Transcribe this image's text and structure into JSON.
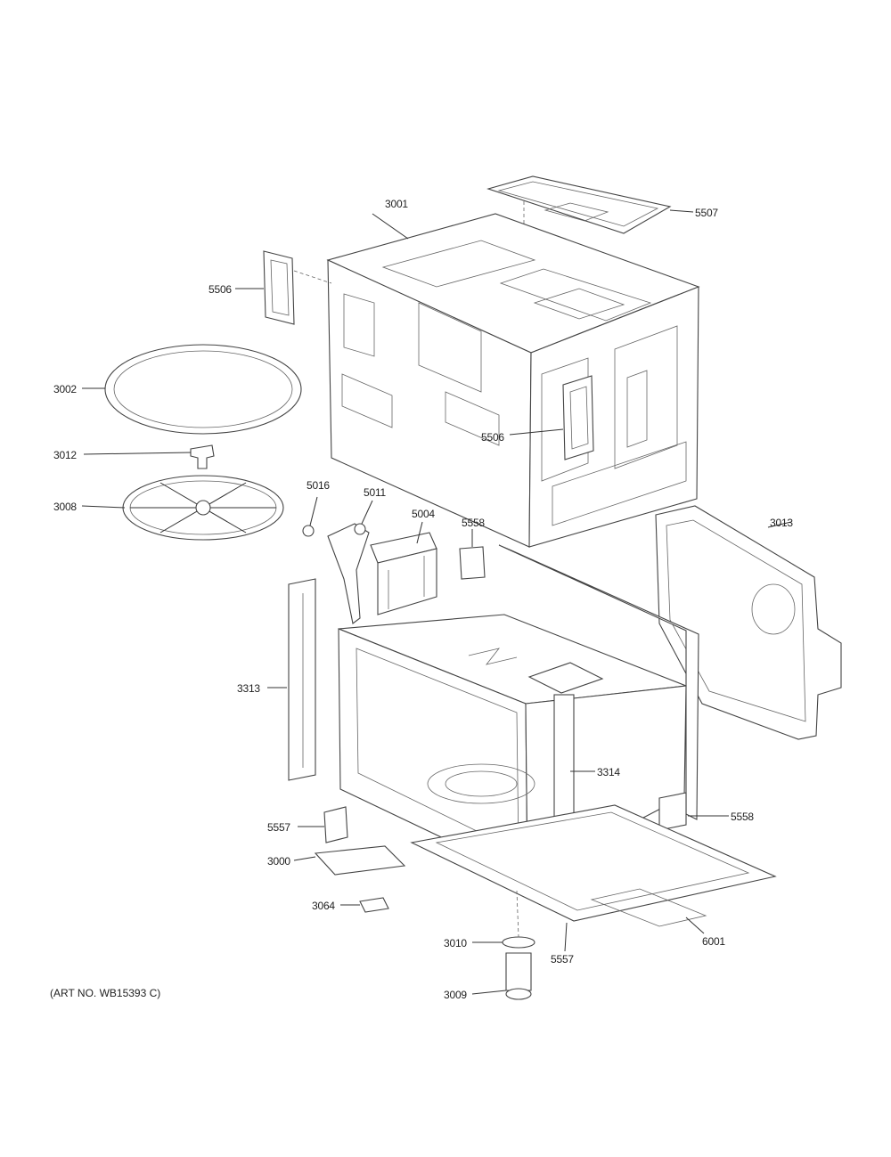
{
  "art_number": "(ART NO. WB15393 C)",
  "labels": {
    "p3001": "3001",
    "p5507": "5507",
    "p5506a": "5506",
    "p5506b": "5506",
    "p3002": "3002",
    "p3012": "3012",
    "p3008": "3008",
    "p5016": "5016",
    "p5011": "5011",
    "p5004": "5004",
    "p5558a": "5558",
    "p3013": "3013",
    "p3313": "3313",
    "p3314": "3314",
    "p5557a": "5557",
    "p5558b": "5558",
    "p3000": "3000",
    "p3064": "3064",
    "p3010": "3010",
    "p5557b": "5557",
    "p6001": "6001",
    "p3009": "3009"
  }
}
